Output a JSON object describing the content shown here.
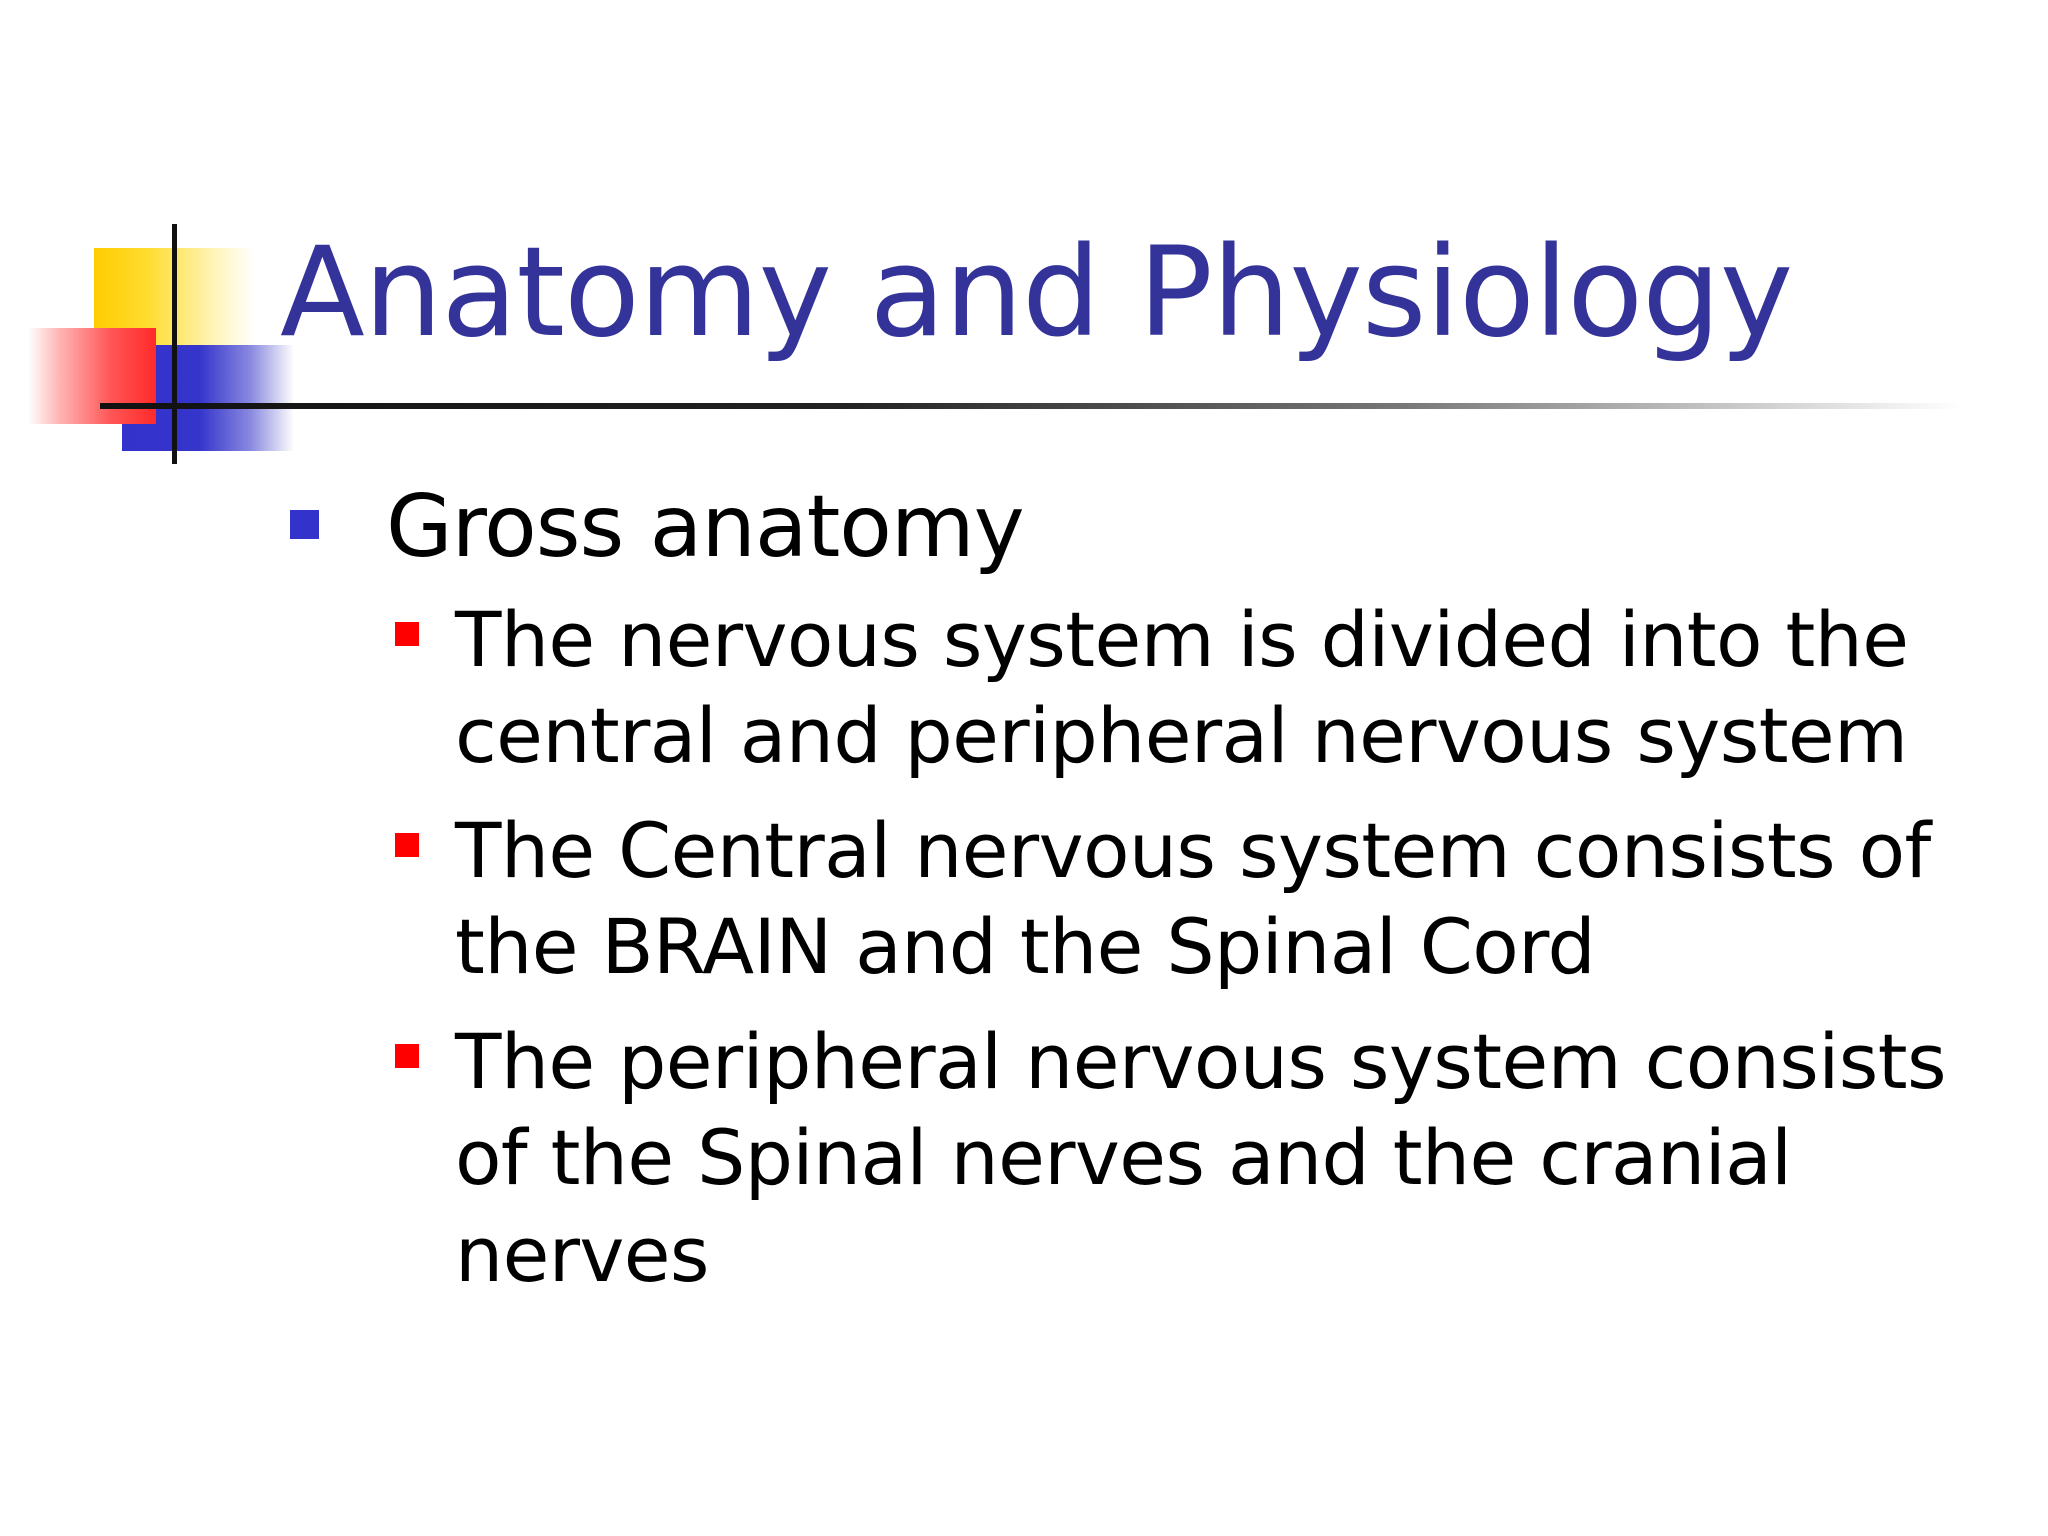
{
  "slide": {
    "title": "Anatomy and Physiology",
    "bullets": [
      {
        "text": "Gross anatomy",
        "subbullets": [
          "The nervous system is divided into the central and peripheral nervous system",
          "The Central nervous system consists of the BRAIN and the Spinal Cord",
          "The peripheral nervous system consists of the Spinal nerves and the cranial nerves"
        ]
      }
    ]
  },
  "colors": {
    "title": "#333399",
    "bullet_level1": "#3333CC",
    "bullet_level2": "#FF0000",
    "motif_yellow": "#FFCC00",
    "motif_blue": "#3333CC",
    "motif_red": "#FF2A2A",
    "text": "#000000",
    "background": "#FFFFFF"
  },
  "icons": {
    "level1_bullet": "blue-square-bullet-icon",
    "level2_bullet": "red-square-bullet-icon"
  }
}
